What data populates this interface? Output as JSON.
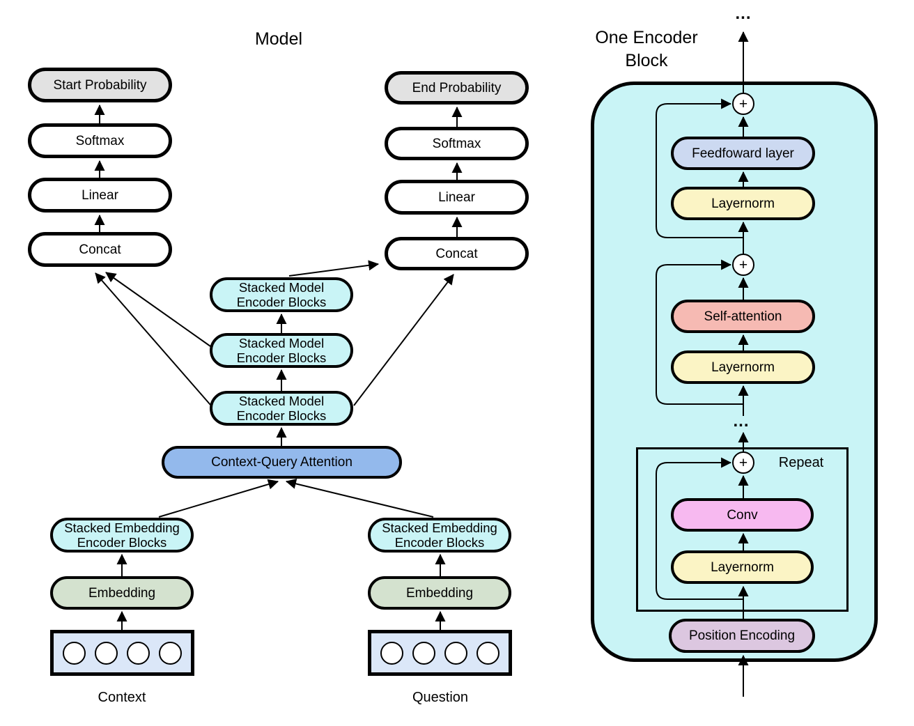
{
  "colors": {
    "cyan": "#c9f4f6",
    "attention_blue": "#93b9ec",
    "periwinkle": "#ccd9f1",
    "yellow": "#fbf4c5",
    "salmon": "#f6bab3",
    "magenta": "#f7b9f0",
    "mauve": "#dcc7e0",
    "green": "#d4e2cf",
    "input_blue": "#dbe7f8",
    "gray": "#e2e2e2",
    "white": "#ffffff"
  },
  "model": {
    "title": "Model",
    "start_probability": "Start Probability",
    "end_probability": "End Probability",
    "softmax": "Softmax",
    "linear": "Linear",
    "concat": "Concat",
    "stacked_model_line1": "Stacked Model",
    "stacked_model_line2": "Encoder Blocks",
    "context_query_attention": "Context-Query Attention",
    "stacked_embedding_line1": "Stacked Embedding",
    "stacked_embedding_line2": "Encoder Blocks",
    "embedding": "Embedding",
    "context": "Context",
    "question": "Question"
  },
  "encoder_block": {
    "title_line1": "One Encoder",
    "title_line2": "Block",
    "ellipsis": "...",
    "plus": "+",
    "feedforward": "Feedfoward layer",
    "layernorm": "Layernorm",
    "self_attention": "Self-attention",
    "repeat": "Repeat",
    "conv": "Conv",
    "position_encoding": "Position Encoding"
  }
}
